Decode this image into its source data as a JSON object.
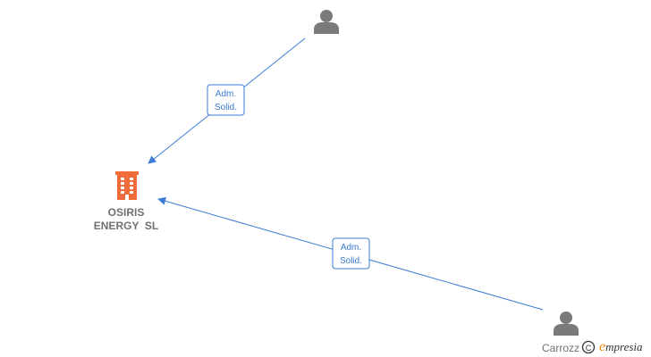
{
  "company": {
    "name_line1": "OSIRIS",
    "name_line2": "ENERGY  SL",
    "icon": "building-icon",
    "color": "#f26b3a"
  },
  "persons": [
    {
      "name": "",
      "icon": "person-icon"
    },
    {
      "name": "Carrozz",
      "icon": "person-icon"
    }
  ],
  "relations": [
    {
      "label_line1": "Adm.",
      "label_line2": "Solid."
    },
    {
      "label_line1": "Adm.",
      "label_line2": "Solid."
    }
  ],
  "colors": {
    "edge": "#3a7bd5",
    "person_icon": "#7a7a7a",
    "text": "#707070",
    "brand_accent": "#f08a00"
  },
  "brand": {
    "copyright_symbol": "©",
    "initial": "e",
    "rest": "mpresia"
  }
}
